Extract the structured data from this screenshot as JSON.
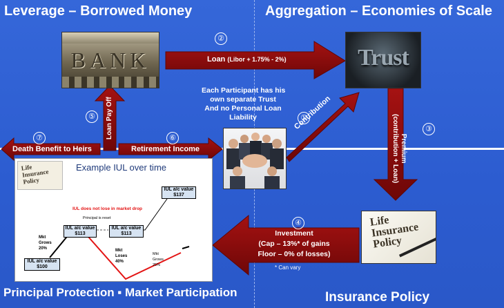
{
  "headings": {
    "leverage": "Leverage – Borrowed Money",
    "aggregation": "Aggregation – Economies of Scale",
    "principal": "Principal Protection ▪ Market Participation",
    "insurance": "Insurance Policy"
  },
  "steps": {
    "s1": "①",
    "s2": "②",
    "s3": "③",
    "s4": "④",
    "s5": "⑤",
    "s6": "⑥",
    "s7": "⑦"
  },
  "arrows": {
    "loan_label": "Loan",
    "loan_rate": "(Libor + 1.75% - 2%)",
    "contribution": "Contribution",
    "premium": "Premium",
    "premium_sub": "(contribution + Loan)",
    "investment": "Investment",
    "investment_cap": "(Cap – 13%* of gains",
    "investment_floor": "Floor – 0% of losses)",
    "can_vary": "* Can vary",
    "loan_payoff": "Loan Pay Off",
    "retirement": "Retirement Income",
    "death_benefit": "Death Benefit to Heirs"
  },
  "participant_note": [
    "Each Participant has his",
    "own separate Trust",
    "And no Personal Loan",
    "Liability"
  ],
  "images": {
    "bank": "BANK",
    "trust": "Trust",
    "policy_lines": [
      "Life",
      "Insurance",
      "Policy"
    ],
    "policy_small": [
      "Life",
      "Insurance",
      "Policy"
    ]
  },
  "iul": {
    "title": "Example IUL over time",
    "no_lose": "IUL does not lose in market drop",
    "principal_reset": "Principal is reset",
    "box100": [
      "IUL a/c value",
      "$100"
    ],
    "box113a": [
      "IUL a/c value",
      "$113"
    ],
    "box113b": [
      "IUL a/c value",
      "$113"
    ],
    "box137": [
      "IUL a/c value",
      "$137"
    ],
    "mkt_grows_20": [
      "Mkt",
      "Grows",
      "20%"
    ],
    "mkt_loses_40": [
      "Mkt",
      "Loses",
      "40%"
    ],
    "mkt_grows_25": [
      "Mkt",
      "Grows",
      "25%"
    ]
  },
  "colors": {
    "background": "#2d5fd3",
    "arrow": "#8b0a0a",
    "arrow_edge": "#5e0606",
    "red_line": "#e31414"
  }
}
